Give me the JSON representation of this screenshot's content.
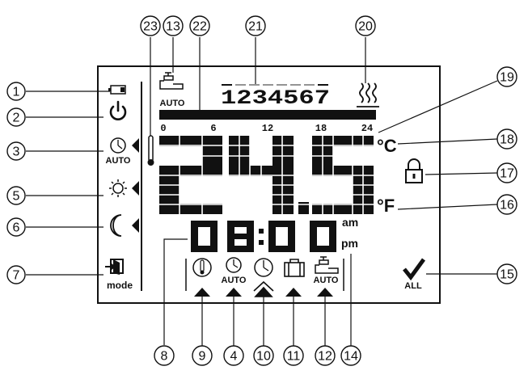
{
  "callouts": [
    "1",
    "2",
    "3",
    "4",
    "5",
    "6",
    "7",
    "8",
    "9",
    "10",
    "11",
    "12",
    "13",
    "14",
    "15",
    "16",
    "17",
    "18",
    "19",
    "20",
    "21",
    "22",
    "23"
  ],
  "labels": {
    "auto_left": "AUTO",
    "auto_top": "AUTO",
    "auto_clock": "AUTO",
    "auto_tap": "AUTO",
    "mode": "mode",
    "all": "ALL",
    "celsius": "°C",
    "fahrenheit": "°F",
    "am": "am",
    "pm": "pm"
  },
  "days": "1234567",
  "timeline_ticks": [
    "0",
    "6",
    "12",
    "18",
    "24"
  ],
  "temperature_display": "24.5",
  "clock_display": "08:00"
}
